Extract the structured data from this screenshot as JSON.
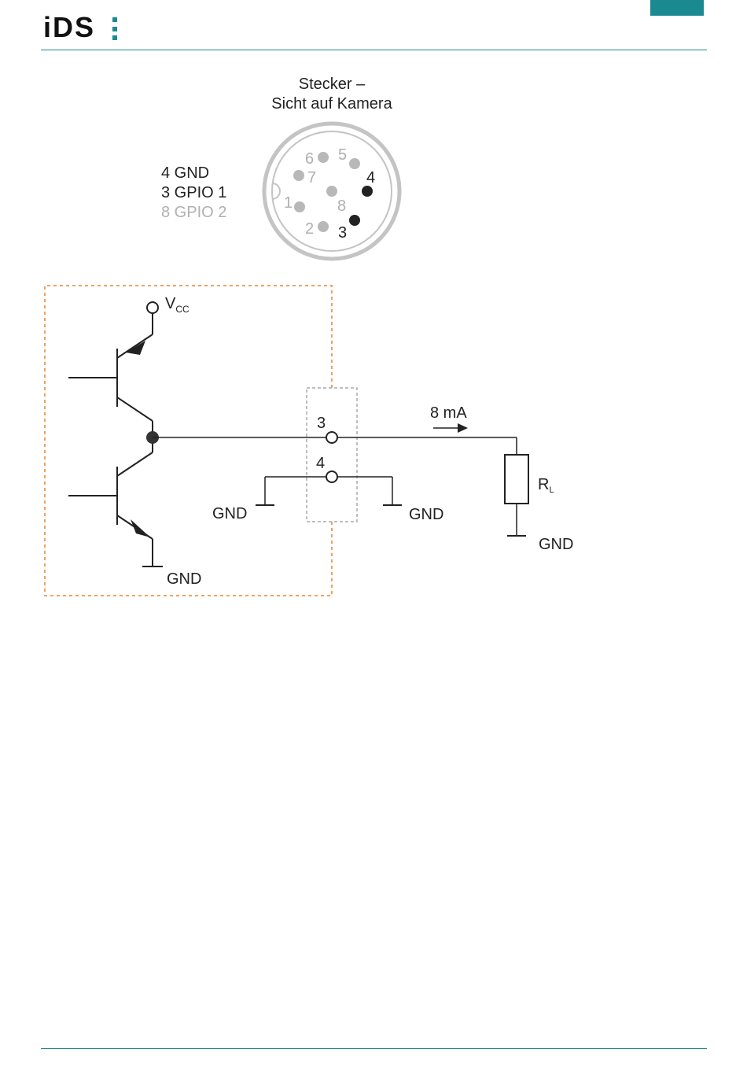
{
  "header": {
    "logo_text": "iDS"
  },
  "connector": {
    "title_line1": "Stecker –",
    "title_line2": "Sicht auf Kamera",
    "legend": [
      "4 GND",
      "3 GPIO 1",
      "8 GPIO 2"
    ],
    "pins": [
      "1",
      "2",
      "3",
      "4",
      "5",
      "6",
      "7",
      "8"
    ]
  },
  "circuit": {
    "vcc_main": "V",
    "vcc_sub": "CC",
    "pin3": "3",
    "pin4": "4",
    "current": "8 mA",
    "rl_main": "R",
    "rl_sub": "L",
    "gnd_transistor": "GND",
    "gnd_left": "GND",
    "gnd_right": "GND",
    "gnd_load": "GND"
  },
  "colors": {
    "accent": "#1a8a90",
    "dashed_box": "#f0a060",
    "inactive_pin": "#b0b0b0",
    "active_pin": "#222222"
  }
}
